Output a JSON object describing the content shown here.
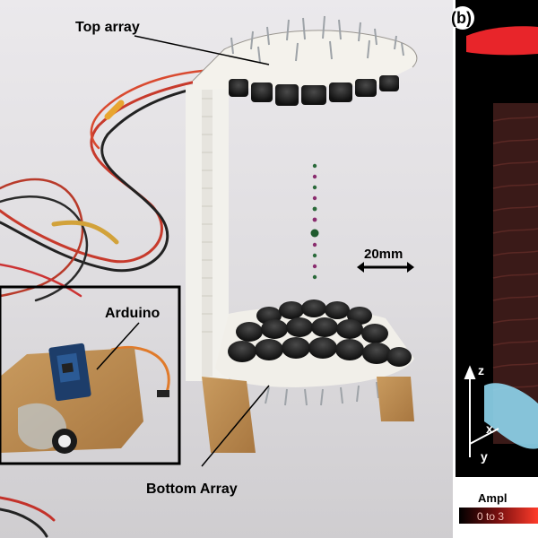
{
  "annotations": {
    "top_array": "Top array",
    "arduino": "Arduino",
    "scale_bar": "20mm",
    "bottom_array": "Bottom Array"
  },
  "panel_b": {
    "panel_label": "(b)",
    "axis_z": "z",
    "axis_x": "x",
    "axis_y": "y",
    "colorbar_title": "Ampl",
    "colorbar_range": "0 to 3"
  },
  "colors": {
    "heatmap_red": "#e8252a",
    "heatmap_bg": "#000000",
    "axes_cyan": "#8fd6ee"
  }
}
